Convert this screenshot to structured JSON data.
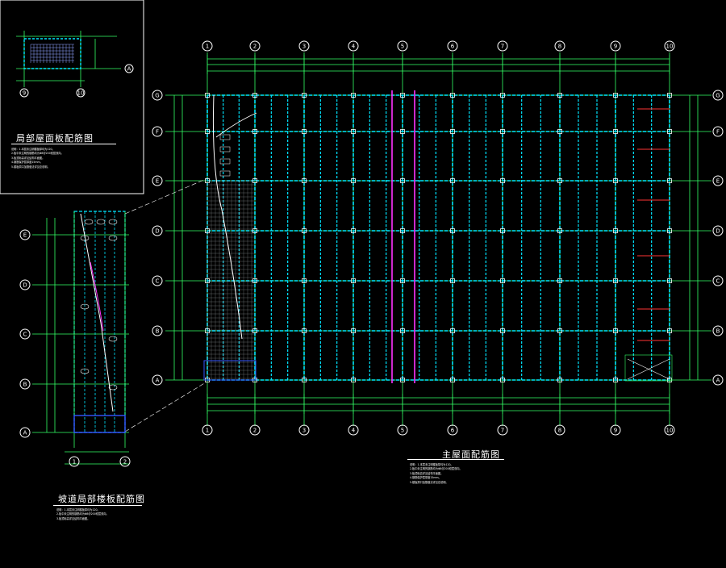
{
  "colors": {
    "background": "#000000",
    "grid": "#33ff66",
    "beam": "#00e5ff",
    "column": "#ffffff",
    "highlight": "#ff33ff",
    "annotation": "#ff3333",
    "dim": "#33ff66"
  },
  "main_plan": {
    "title": "主屋面配筋图",
    "col_axes": [
      "1",
      "2",
      "3",
      "4",
      "5",
      "6",
      "7",
      "8",
      "9",
      "10"
    ],
    "row_axes": [
      "G",
      "F",
      "E",
      "D",
      "C",
      "B",
      "A"
    ],
    "notes": "说明：1.本层未注明楼板厚均为120。\n2.板中未注明的钢筋均为Φ8@200双层双向。\n3.板顶标高详见结构平面图。\n4.钢筋保护层厚度15mm。\n5.楼板洞口加筋做法详见总说明。"
  },
  "detail_roof": {
    "title": "局部屋面板配筋图",
    "axes_cols": [
      "9",
      "10"
    ],
    "axis_row": "A",
    "notes": "说明：1.本层未注明楼板厚均为120。\n2.板中未注明的钢筋均为Φ8@200双层双向。\n3.板顶标高详见结构平面图。\n4.钢筋保护层厚度15mm。\n5.楼板洞口加筋做法详见总说明。"
  },
  "detail_slope": {
    "title": "坡道局部楼板配筋图",
    "axes_cols": [
      "1",
      "2"
    ],
    "row_axes": [
      "E",
      "D",
      "C",
      "B",
      "A"
    ],
    "notes": "说明：1.本层未注明楼板厚均为120。\n2.板中未注明的钢筋均为Φ8@200双层双向。\n3.板顶标高详见结构平面图。"
  }
}
